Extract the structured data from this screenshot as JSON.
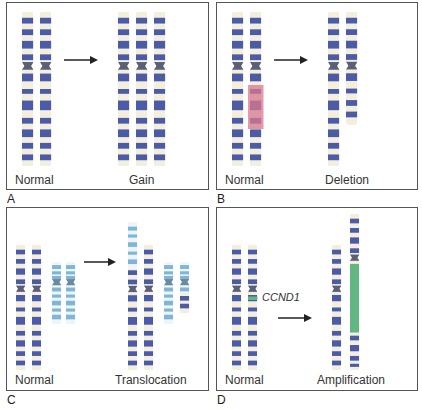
{
  "diagram": {
    "nodes": [
      {
        "text": [
          "Normal",
          "Gain",
          "A"
        ]
      },
      {
        "text": [
          "Normal",
          "Deletion",
          "B"
        ]
      },
      {
        "text": [
          "Normal",
          "Translocation",
          "C"
        ]
      },
      {
        "text": [
          "CCND1",
          "Normal",
          "Amplification",
          "D"
        ]
      }
    ]
  }
}
